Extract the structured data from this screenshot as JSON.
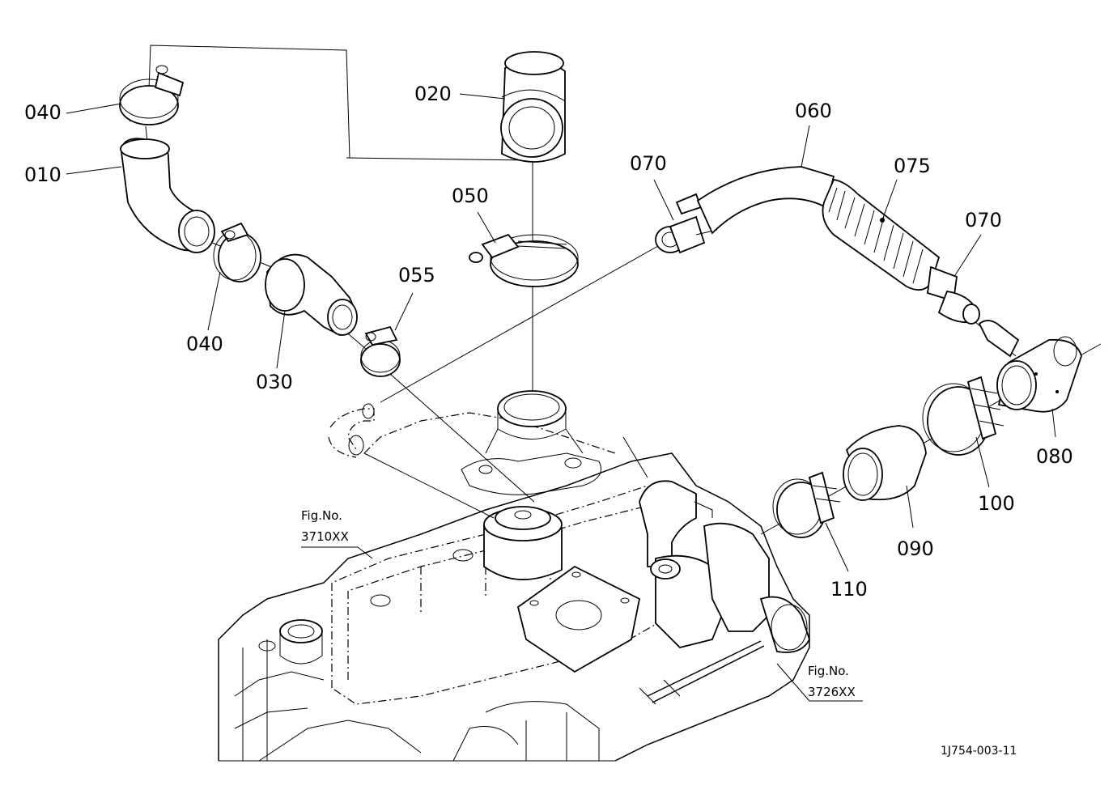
{
  "diagram": {
    "labels": {
      "p010": "010",
      "p020": "020",
      "p030": "030",
      "p040a": "040",
      "p040b": "040",
      "p050": "050",
      "p055": "055",
      "p060": "060",
      "p070a": "070",
      "p070b": "070",
      "p075": "075",
      "p080": "080",
      "p090": "090",
      "p100": "100",
      "p110": "110"
    },
    "figure_refs": {
      "ref_3710": {
        "line1": "Fig.No.",
        "line2": "3710XX"
      },
      "ref_3726": {
        "line1": "Fig.No.",
        "line2": "3726XX"
      }
    },
    "drawing_code": "1J754-003-11"
  }
}
